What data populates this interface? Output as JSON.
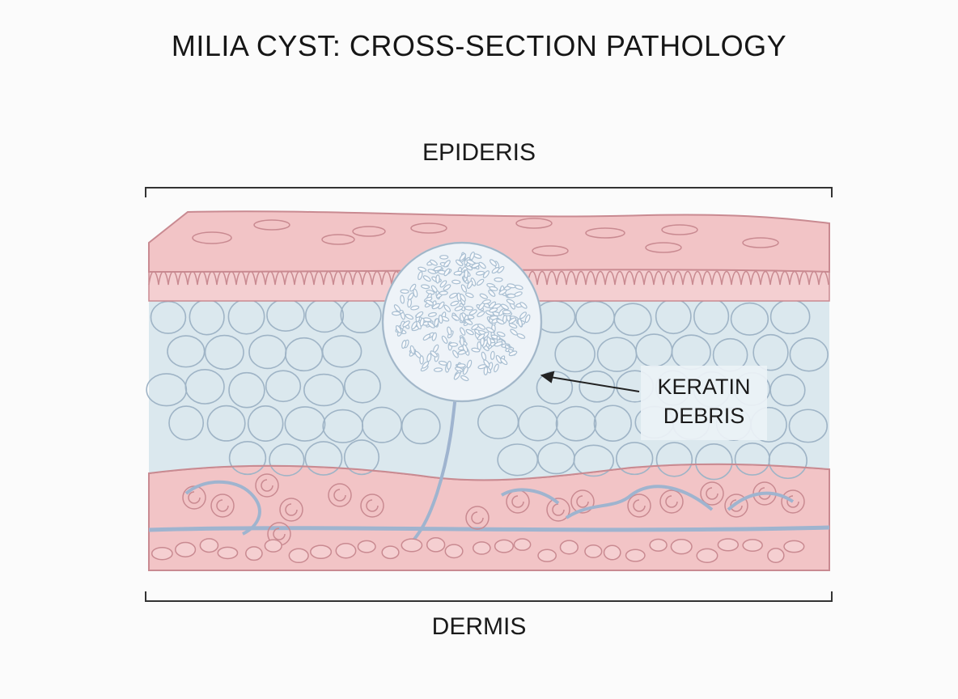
{
  "title": "MILIA CYST: CROSS-SECTION PATHOLOGY",
  "labels": {
    "top": "EPIDERIS",
    "bottom": "DERMIS",
    "callout_line1": "KERATIN",
    "callout_line2": "DEBRIS"
  },
  "colors": {
    "background": "#fbfbfb",
    "stratum_corneum": "#f2c4c6",
    "stratum_outline": "#c98a91",
    "spinous_layer": "#dbe8ee",
    "cell_outline": "#9fb4c6",
    "dermis": "#f1c1c3",
    "vessel": "#9fb4cf",
    "cyst_fill": "#eef3f8",
    "keratin_flake": "#c9d6e3"
  }
}
